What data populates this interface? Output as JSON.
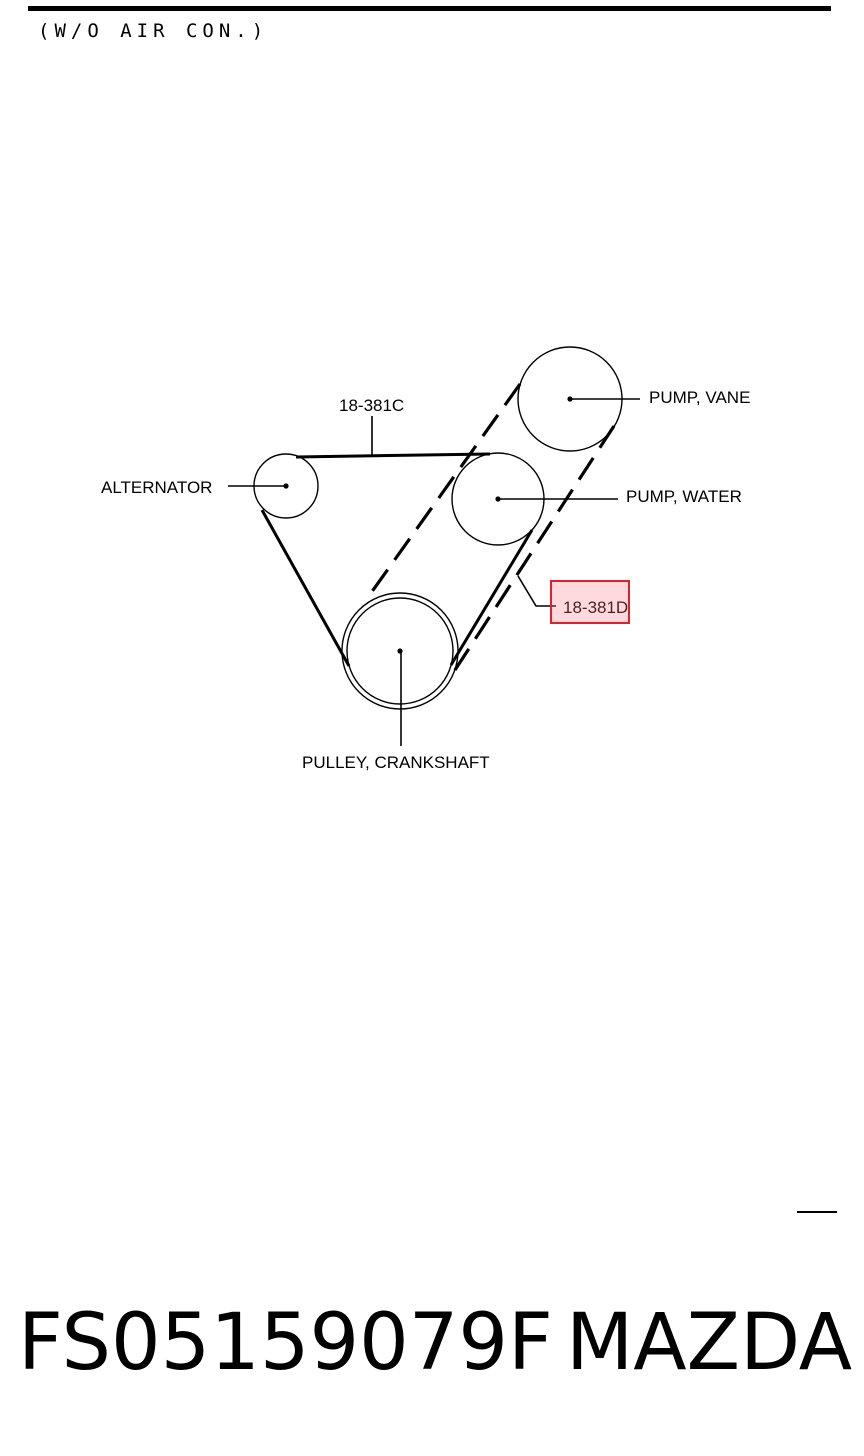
{
  "header": {
    "note": "(W/O AIR CON.)"
  },
  "diagram": {
    "labels": {
      "belt_c": "18-381C",
      "belt_d": "18-381D",
      "alternator": "ALTERNATOR",
      "pump_vane": "PUMP, VANE",
      "pump_water": "PUMP, WATER",
      "pulley_crankshaft": "PULLEY, CRANKSHAFT"
    },
    "highlight": {
      "target": "18-381D",
      "color": "#e0202a"
    }
  },
  "footer": {
    "part_number": "FS05159079F",
    "brand": "MAZDA"
  }
}
